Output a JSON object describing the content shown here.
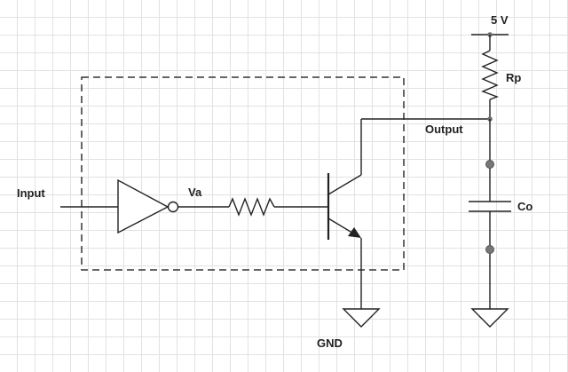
{
  "labels": {
    "input": "Input",
    "va": "Va",
    "output": "Output",
    "supply": "5 V",
    "pullup": "Rp",
    "capacitor": "Co",
    "ground": "GND"
  },
  "colors": {
    "wire": "#222222",
    "grid": "#e2e2e2",
    "node": "#6e6e6e",
    "background": "#ffffff"
  },
  "components": [
    {
      "type": "inverter",
      "output_bubble": true
    },
    {
      "type": "resistor",
      "label": ""
    },
    {
      "type": "npn-transistor"
    },
    {
      "type": "resistor",
      "label": "Rp"
    },
    {
      "type": "capacitor",
      "label": "Co"
    },
    {
      "type": "ground",
      "label": "GND"
    },
    {
      "type": "ground",
      "label": ""
    }
  ],
  "boundary": {
    "style": "dashed"
  }
}
